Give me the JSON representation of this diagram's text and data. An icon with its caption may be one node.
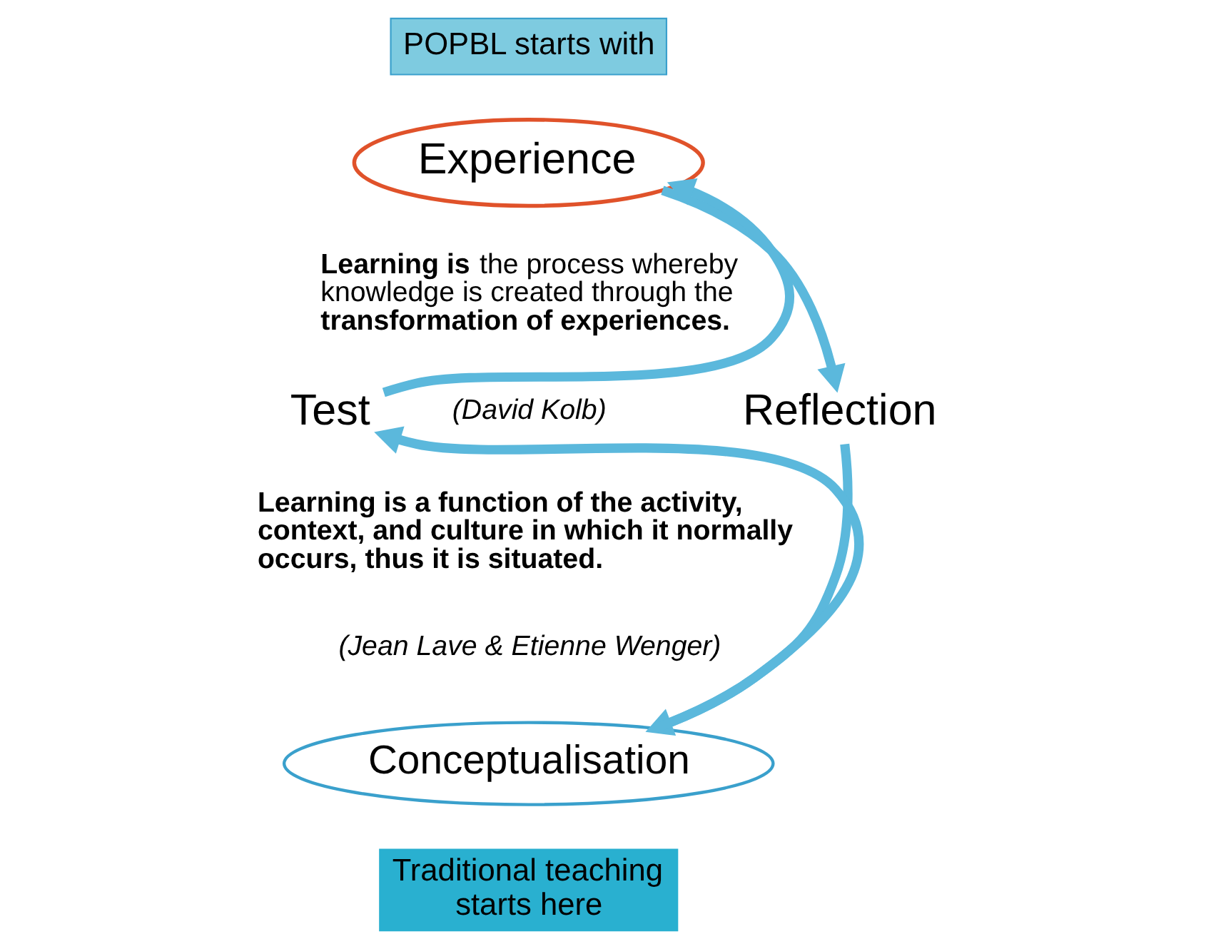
{
  "diagram": {
    "nodes": [
      {
        "text": [
          "POPBL starts with"
        ]
      },
      {
        "text": [
          "Experience"
        ]
      },
      {
        "text": [
          "Reflection"
        ]
      },
      {
        "text": [
          "Conceptualisation"
        ]
      },
      {
        "text": [
          "Traditional teaching starts here"
        ]
      },
      {
        "text": [
          "Test"
        ]
      }
    ],
    "edges": [
      {
        "from": 1,
        "to": 2,
        "arrow": "to"
      },
      {
        "from": 2,
        "to": 3,
        "arrow": "to"
      },
      {
        "from": 3,
        "to": 5,
        "arrow": "to"
      },
      {
        "from": 5,
        "to": 1,
        "arrow": "to"
      }
    ],
    "labels": [
      "**Learning is** the process whereby knowledge is created through the **transformation of experiences.**",
      "(David Kolb)",
      "Learning is a function of the activity, context, and culture in which it normally occurs, thus it is situated.",
      "(Jean Lave & Etienne Wenger)"
    ]
  }
}
